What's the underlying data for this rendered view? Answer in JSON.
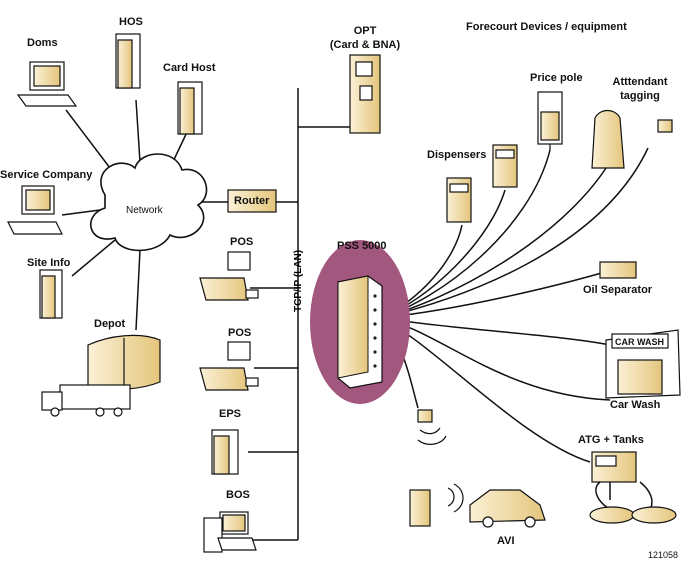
{
  "header": {
    "title": "Forecourt Devices / equipment"
  },
  "network": {
    "cloud_label": "Network",
    "lan_label": "TCP/IP (LAN)",
    "router_label": "Router",
    "hub_label": "PSS 5000"
  },
  "left_nodes": {
    "doms": "Doms",
    "hos": "HOS",
    "card_host": "Card Host",
    "service_company": "Service  Company",
    "site_info": "Site Info",
    "depot": "Depot"
  },
  "lan_nodes": {
    "opt_line1": "OPT",
    "opt_line2": "(Card & BNA)",
    "pos1": "POS",
    "pos2": "POS",
    "eps": "EPS",
    "bos": "BOS"
  },
  "forecourt": {
    "dispensers": "Dispensers",
    "price_pole": "Price pole",
    "attendant_line1": "Atttendant",
    "attendant_line2": "tagging",
    "oil_separator": "Oil Separator",
    "car_wash": "Car Wash",
    "car_wash_sign": "CAR WASH",
    "atg_tanks": "ATG + Tanks",
    "avi": "AVI"
  },
  "figure_id": "121058",
  "colors": {
    "hub_ellipse": "#a2577e",
    "accent_tan": "#e9cf8a",
    "line": "#111111"
  }
}
